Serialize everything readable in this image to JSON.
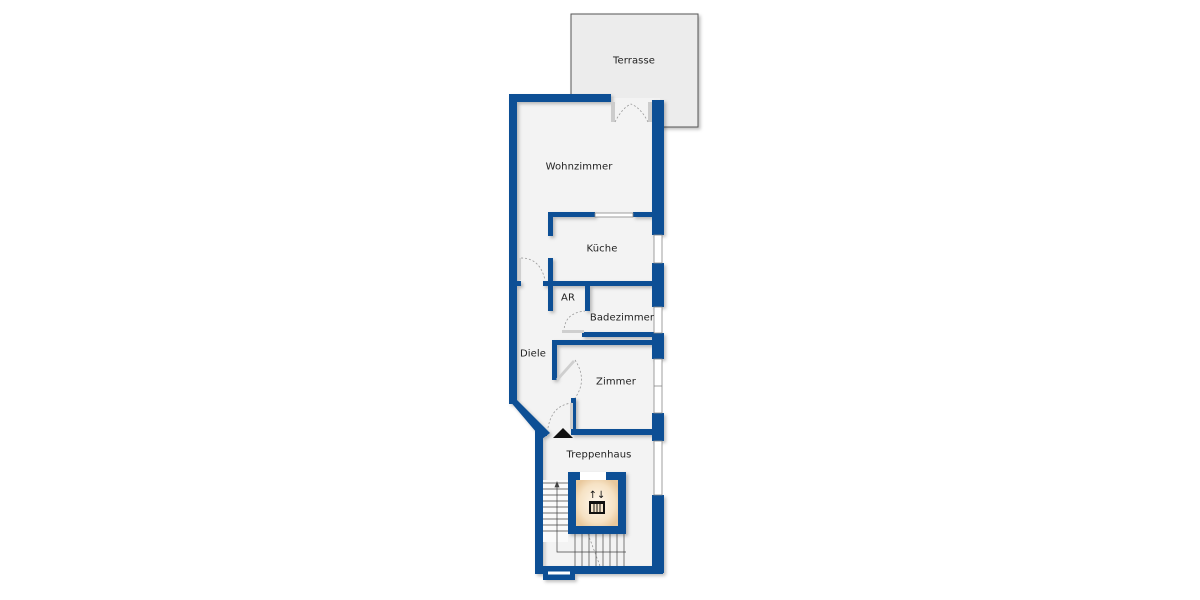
{
  "floorplan": {
    "colors": {
      "wall": "#0d4f95",
      "floor": "#f3f3f3",
      "terrace": "#ececec",
      "elevator_glow": "#f5dcb8",
      "background": "#ffffff"
    },
    "rooms": [
      {
        "id": "terrasse",
        "label": "Terrasse"
      },
      {
        "id": "wohnzimmer",
        "label": "Wohnzimmer"
      },
      {
        "id": "kueche",
        "label": "Küche"
      },
      {
        "id": "ar",
        "label": "AR"
      },
      {
        "id": "badezimmer",
        "label": "Badezimmer"
      },
      {
        "id": "diele",
        "label": "Diele"
      },
      {
        "id": "zimmer",
        "label": "Zimmer"
      },
      {
        "id": "treppenhaus",
        "label": "Treppenhaus"
      }
    ],
    "symbols": {
      "entrance": "entrance-arrow-icon",
      "elevator": "elevator-icon",
      "stairs": "stairs-icon"
    }
  }
}
